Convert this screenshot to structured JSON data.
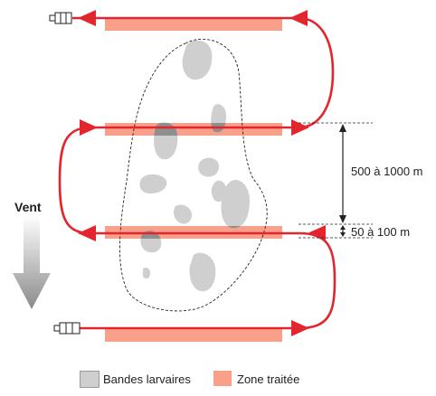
{
  "wind_label": "Vent",
  "measure_large": "500 à 1000 m",
  "measure_small": "50 à 100 m",
  "legend": [
    {
      "label": "Bandes larvaires",
      "color": "#cfcfcf"
    },
    {
      "label": "Zone traitée",
      "color": "#f9a08a"
    }
  ],
  "colors": {
    "flight_path": "#e3262d",
    "treated_zone": "#f9a08a",
    "larval_band": "#cfcfcf",
    "larval_band_overlap": "#8f8f8f"
  },
  "icons": [
    "aircraft-icon",
    "aircraft-icon",
    "wind-arrow-icon"
  ]
}
